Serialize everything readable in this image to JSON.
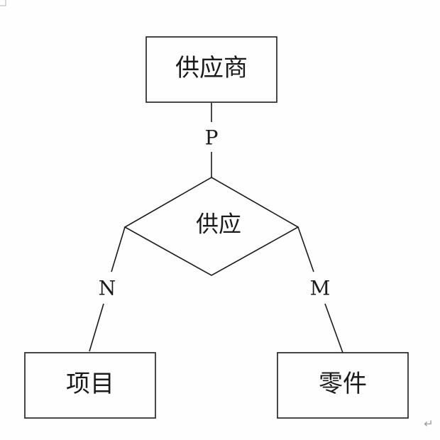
{
  "diagram": {
    "entities": {
      "supplier": {
        "label": "供应商"
      },
      "project": {
        "label": "项目"
      },
      "part": {
        "label": "零件"
      }
    },
    "relationship": {
      "label": "供应"
    },
    "cardinalities": {
      "supplier": "P",
      "project": "N",
      "part": "M"
    },
    "paragraph_mark": "↵"
  }
}
